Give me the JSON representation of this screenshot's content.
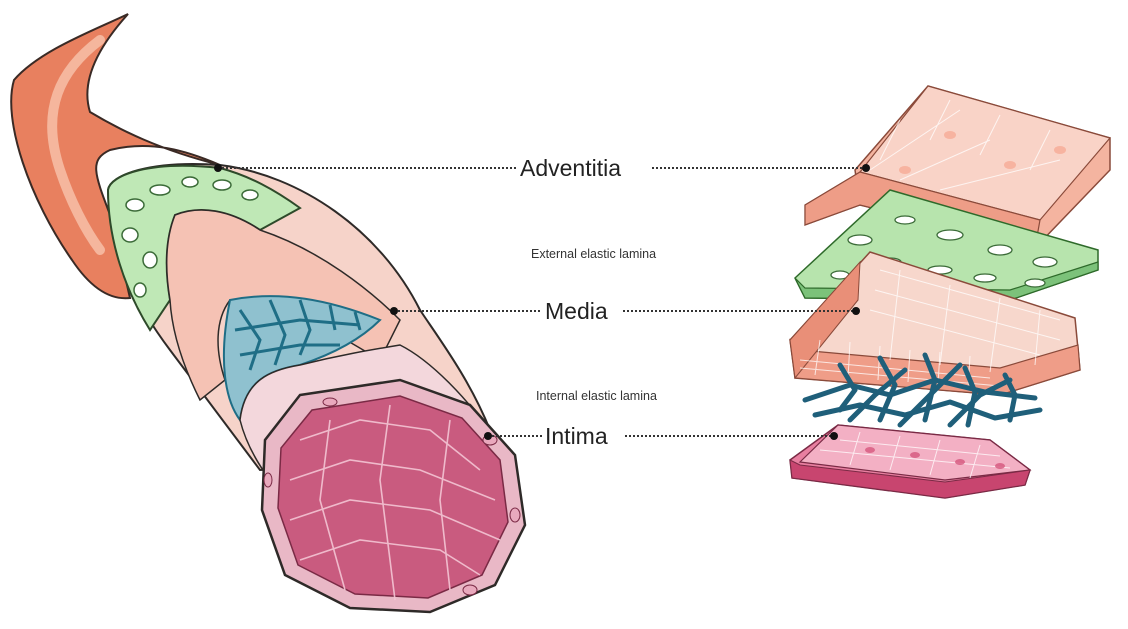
{
  "labels": {
    "adventitia": "Adventitia",
    "external_elastic_lamina": "External elastic lamina",
    "media": "Media",
    "internal_elastic_lamina": "Internal elastic lamina",
    "intima": "Intima"
  },
  "colors": {
    "adventitia": "#f0a88f",
    "external_elastic_lamina": "#a8dba0",
    "media": "#f6c9bd",
    "internal_elastic_lamina": "#1f6e86",
    "intima": "#d45a82",
    "vessel_tail": "#e8805f"
  }
}
